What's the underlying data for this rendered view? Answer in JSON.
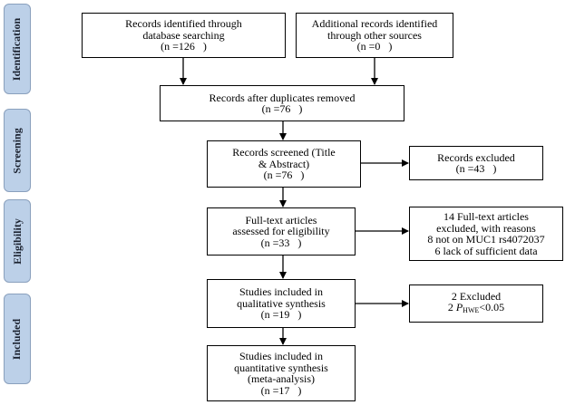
{
  "phases": {
    "identification": "Identification",
    "screening": "Screening",
    "eligibility": "Eligibility",
    "included": "Included"
  },
  "boxes": {
    "db_search": {
      "line1": "Records identified through",
      "line2": "database searching",
      "count": "(n =126   )"
    },
    "other_sources": {
      "line1": "Additional records identified",
      "line2": "through other sources",
      "count": "(n =0   )"
    },
    "after_duplicates": {
      "line1": "Records after duplicates removed",
      "count": "(n =76   )"
    },
    "screened": {
      "line1": "Records screened (Title",
      "line2": "& Abstract)",
      "count": "(n =76   )"
    },
    "excluded": {
      "line1": "Records excluded",
      "count": "(n =43   )"
    },
    "fulltext": {
      "line1": "Full-text articles",
      "line2": "assessed for eligibility",
      "count": "(n =33   )"
    },
    "fulltext_excluded": {
      "line1": "14 Full-text articles",
      "line2": "excluded, with reasons",
      "line3": "8 not on MUC1 rs4072037",
      "line4": "6 lack of sufficient data"
    },
    "qualitative": {
      "line1": "Studies included in",
      "line2": "qualitative synthesis",
      "count": "(n =19   )"
    },
    "hwe_excluded": {
      "line1": "2 Excluded",
      "line2_prefix": "2 ",
      "line2_p": "P",
      "line2_sub": "HWE",
      "line2_suffix": "<0.05"
    },
    "quantitative": {
      "line1": "Studies included in",
      "line2": "quantitative synthesis",
      "line3": "(meta-analysis)",
      "count": "(n =17   )"
    }
  },
  "colors": {
    "phase_fill": "#bcd0e8",
    "line": "#000000"
  }
}
